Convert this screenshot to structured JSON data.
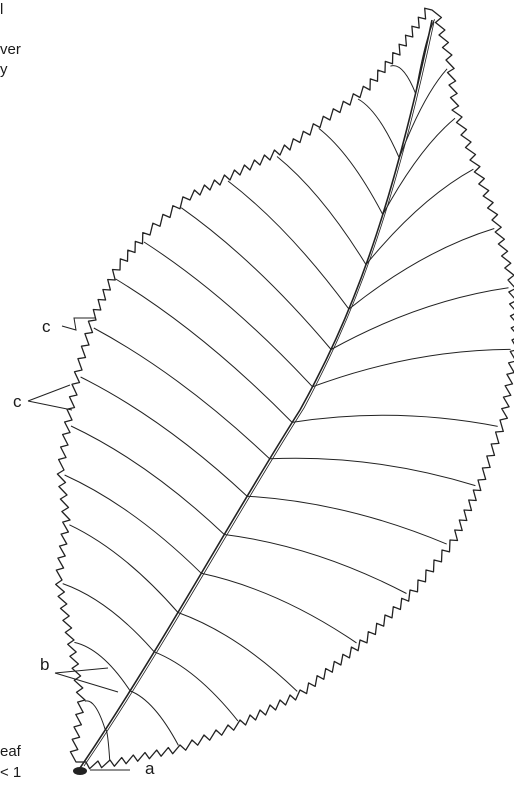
{
  "figure": {
    "subject": "leaf-illustration",
    "labels": {
      "a": "a",
      "b": "b",
      "c_upper": "c",
      "c_lower": "c"
    },
    "margin_fragments": {
      "top_mark": "l",
      "ver": "ver",
      "y_mark": "y",
      "leaf": "eaf",
      "scale": "< 1"
    }
  }
}
